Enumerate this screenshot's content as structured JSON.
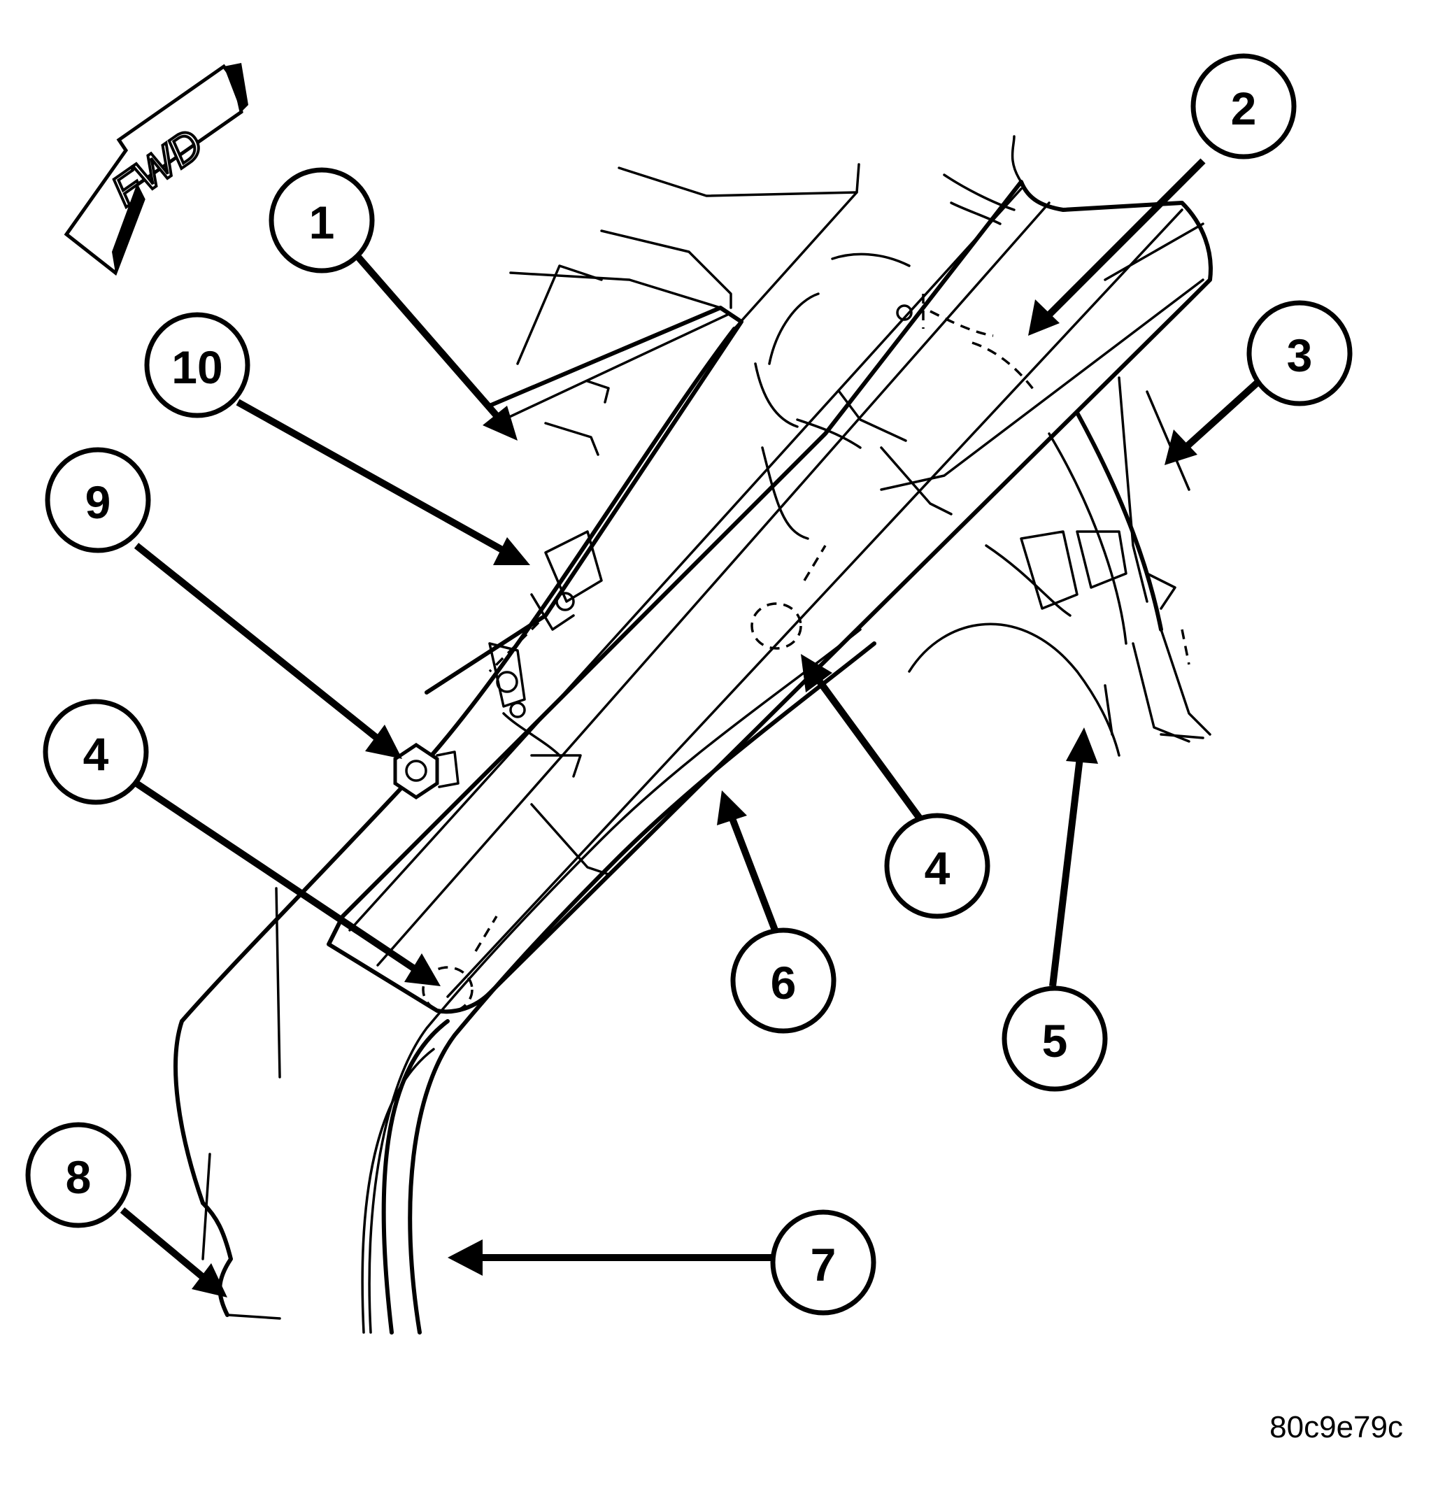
{
  "orientation": {
    "label": "FWD"
  },
  "callouts": [
    {
      "id": "c1",
      "label": "1"
    },
    {
      "id": "c2",
      "label": "2"
    },
    {
      "id": "c3",
      "label": "3"
    },
    {
      "id": "c4a",
      "label": "4"
    },
    {
      "id": "c4b",
      "label": "4"
    },
    {
      "id": "c5",
      "label": "5"
    },
    {
      "id": "c6",
      "label": "6"
    },
    {
      "id": "c7",
      "label": "7"
    },
    {
      "id": "c8",
      "label": "8"
    },
    {
      "id": "c9",
      "label": "9"
    },
    {
      "id": "c10",
      "label": "10"
    }
  ],
  "figure_id": "80c9e79c"
}
